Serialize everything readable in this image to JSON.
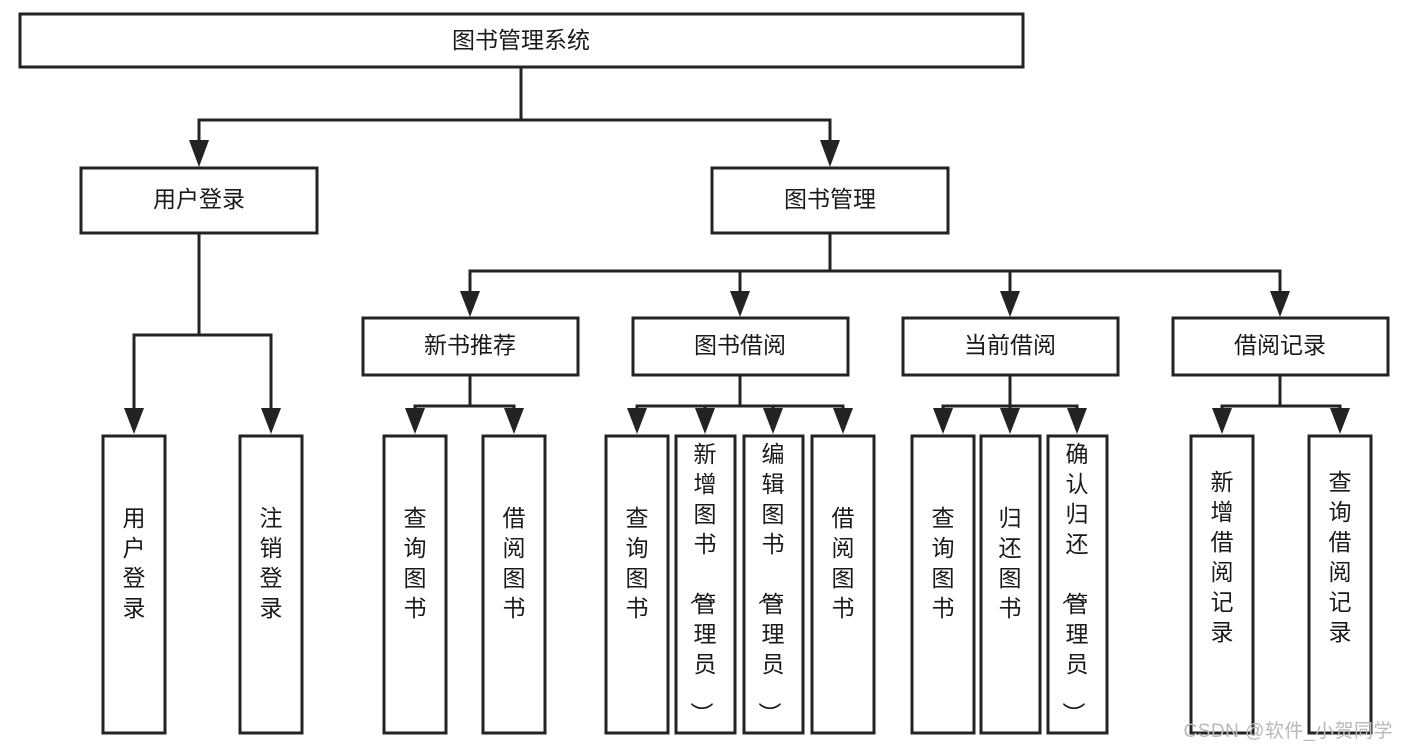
{
  "diagram": {
    "type": "tree-flowchart",
    "title": "图书管理系统",
    "watermark": "CSDN @软件_小贺同学",
    "colors": {
      "stroke": "#232323",
      "fill": "#ffffff",
      "text": "#1a1a1a",
      "watermark": "#b9b9b9"
    },
    "levels": {
      "root": {
        "label": "图书管理系统"
      },
      "level2": [
        {
          "id": "user-login",
          "label": "用户登录"
        },
        {
          "id": "book-manage",
          "label": "图书管理"
        }
      ],
      "level3": [
        {
          "id": "new-book-recommend",
          "label": "新书推荐"
        },
        {
          "id": "book-borrow",
          "label": "图书借阅"
        },
        {
          "id": "current-borrow",
          "label": "当前借阅"
        },
        {
          "id": "borrow-record",
          "label": "借阅记录"
        }
      ],
      "leaves": {
        "user-login": [
          {
            "id": "leaf-user-login",
            "label": "用户登录"
          },
          {
            "id": "leaf-logout",
            "label": "注销登录"
          }
        ],
        "new-book-recommend": [
          {
            "id": "leaf-query-book-1",
            "label": "查询图书"
          },
          {
            "id": "leaf-borrow-book-1",
            "label": "借阅图书"
          }
        ],
        "book-borrow": [
          {
            "id": "leaf-query-book-2",
            "label": "查询图书"
          },
          {
            "id": "leaf-add-book",
            "label": "新增图书（管理员）"
          },
          {
            "id": "leaf-edit-book",
            "label": "编辑图书（管理员）"
          },
          {
            "id": "leaf-borrow-book-2",
            "label": "借阅图书"
          }
        ],
        "current-borrow": [
          {
            "id": "leaf-query-book-3",
            "label": "查询图书"
          },
          {
            "id": "leaf-return-book",
            "label": "归还图书"
          },
          {
            "id": "leaf-confirm-return",
            "label": "确认归还（管理员）"
          }
        ],
        "borrow-record": [
          {
            "id": "leaf-add-record",
            "label": "新增借阅记录"
          },
          {
            "id": "leaf-query-record",
            "label": "查询借阅记录"
          }
        ]
      }
    }
  }
}
